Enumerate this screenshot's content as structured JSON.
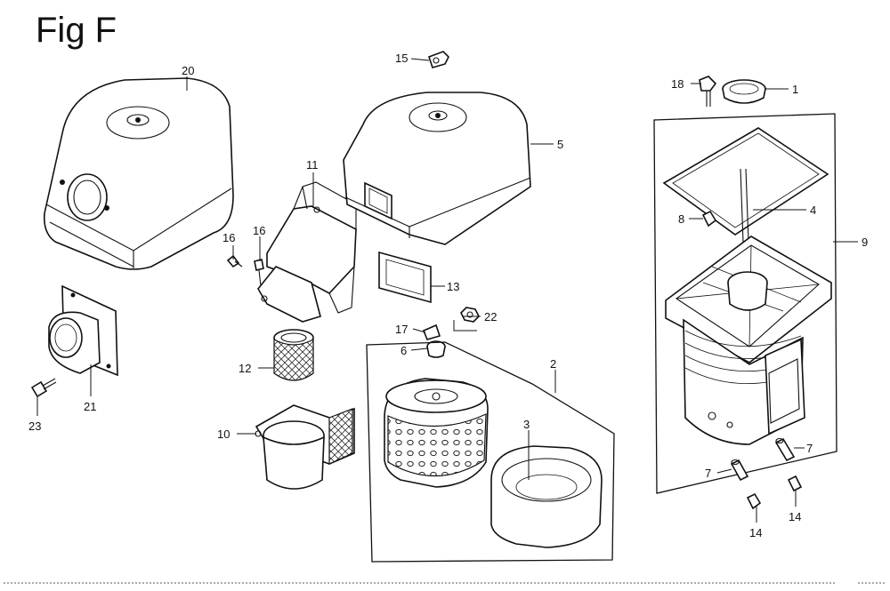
{
  "title": "Fig F",
  "callouts": [
    {
      "id": "c20",
      "label": "20"
    },
    {
      "id": "c15",
      "label": "15"
    },
    {
      "id": "c5",
      "label": "5"
    },
    {
      "id": "c18",
      "label": "18"
    },
    {
      "id": "c1",
      "label": "1"
    },
    {
      "id": "c11",
      "label": "11"
    },
    {
      "id": "c4",
      "label": "4"
    },
    {
      "id": "c9",
      "label": "9"
    },
    {
      "id": "c8",
      "label": "8"
    },
    {
      "id": "c16a",
      "label": "16"
    },
    {
      "id": "c16b",
      "label": "16"
    },
    {
      "id": "c13",
      "label": "13"
    },
    {
      "id": "c22",
      "label": "22"
    },
    {
      "id": "c17",
      "label": "17"
    },
    {
      "id": "c6",
      "label": "6"
    },
    {
      "id": "c2",
      "label": "2"
    },
    {
      "id": "c12",
      "label": "12"
    },
    {
      "id": "c3",
      "label": "3"
    },
    {
      "id": "c23",
      "label": "23"
    },
    {
      "id": "c21",
      "label": "21"
    },
    {
      "id": "c10",
      "label": "10"
    },
    {
      "id": "c7a",
      "label": "7"
    },
    {
      "id": "c7b",
      "label": "7"
    },
    {
      "id": "c14a",
      "label": "14"
    },
    {
      "id": "c14b",
      "label": "14"
    }
  ]
}
